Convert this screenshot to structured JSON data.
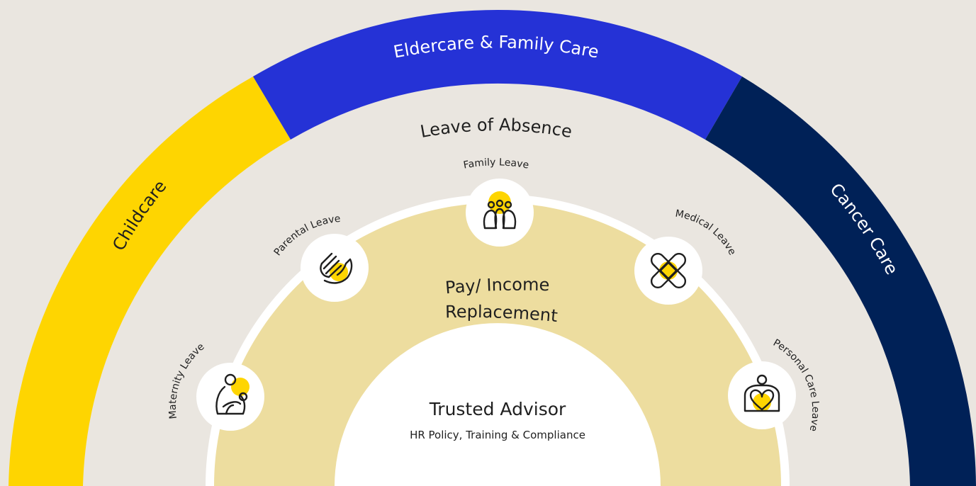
{
  "outer_bands": {
    "childcare": {
      "label": "Childcare",
      "color": "#fed501"
    },
    "eldercare": {
      "label": "Eldercare & Family Care",
      "color": "#2532d6"
    },
    "cancer": {
      "label": "Cancer Care",
      "color": "#002157"
    }
  },
  "leave_ring": {
    "title": "Leave of Absence"
  },
  "leaves": {
    "maternity": {
      "label": "Maternity Leave",
      "icon": "mother-child-icon"
    },
    "parental": {
      "label": "Parental Leave",
      "icon": "helping-hands-icon"
    },
    "family": {
      "label": "Family Leave",
      "icon": "family-group-icon"
    },
    "medical": {
      "label": "Medical Leave",
      "icon": "bandage-cross-icon"
    },
    "personal": {
      "label": "Personal Care Leave",
      "icon": "heart-person-icon"
    }
  },
  "pay_ring": {
    "line1": "Pay/ Income",
    "line2": "Replacement",
    "color": "#eddd9f"
  },
  "center": {
    "title": "Trusted Advisor",
    "subtitle": "HR Policy, Training & Compliance"
  },
  "colors": {
    "background": "#eae6e0",
    "accent_dot": "#fed501",
    "white": "#ffffff"
  }
}
